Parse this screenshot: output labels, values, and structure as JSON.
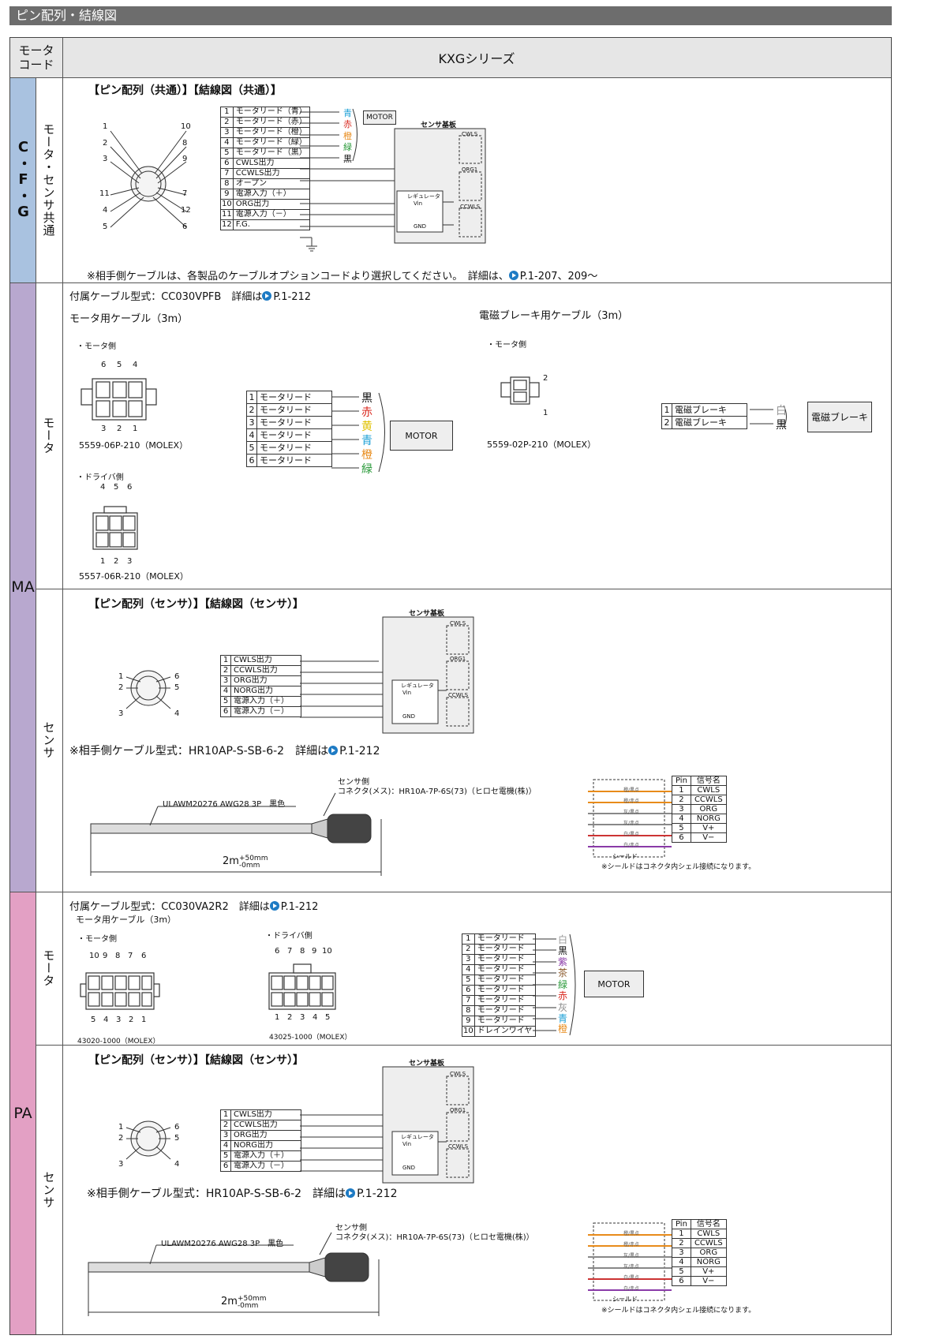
{
  "header": {
    "title": "ピン配列・結線図"
  },
  "table": {
    "code_header": "モータ\nコード",
    "series_header": "KXGシリーズ"
  },
  "groups": [
    {
      "code": "C・F・G",
      "sub": "モータ・センサ共通",
      "color": "#a9c2e0"
    },
    {
      "code": "MA",
      "color": "#b8a8cf"
    },
    {
      "code": "PA",
      "color": "#e3a0c4"
    }
  ],
  "sec1": {
    "title": "【ピン配列（共通）】【結線図（共通）】",
    "pins_left": [
      "1",
      "2",
      "3",
      "11",
      "4",
      "5"
    ],
    "pins_right": [
      "10",
      "8",
      "9",
      "7",
      "12",
      "6"
    ],
    "rows": [
      {
        "n": "1",
        "l": "モータリード（青）"
      },
      {
        "n": "2",
        "l": "モータリード（赤）"
      },
      {
        "n": "3",
        "l": "モータリード（橙）"
      },
      {
        "n": "4",
        "l": "モータリード（緑）"
      },
      {
        "n": "5",
        "l": "モータリード（黒）"
      },
      {
        "n": "6",
        "l": "CWLS出力"
      },
      {
        "n": "7",
        "l": "CCWLS出力"
      },
      {
        "n": "8",
        "l": "オープン"
      },
      {
        "n": "9",
        "l": "電源入力（＋）"
      },
      {
        "n": "10",
        "l": "ORG出力"
      },
      {
        "n": "11",
        "l": "電源入力（－）"
      },
      {
        "n": "12",
        "l": "F.G."
      }
    ],
    "colors": [
      {
        "t": "青",
        "c": "#1a9fd6"
      },
      {
        "t": "赤",
        "c": "#d9261c"
      },
      {
        "t": "橙",
        "c": "#e88b1a"
      },
      {
        "t": "緑",
        "c": "#2a9a3a"
      },
      {
        "t": "黒",
        "c": "#111111"
      }
    ],
    "motor": "MOTOR",
    "sensor_board": "センサ基板",
    "cwls": "CWLS",
    "org1": "ORG1",
    "ccwls": "CCWLS",
    "regulator": "レギュレータ",
    "vin": "Vin",
    "gnd": "GND",
    "note": "※相手側ケーブルは、各製品のケーブルオプションコードより選択してください。　詳細は、",
    "note_ref": "P.1-207、209～"
  },
  "ma_motor": {
    "sub": "モータ",
    "cable": "付属ケーブル型式：CC030VPFB　詳細は",
    "cable_ref": "P.1-212",
    "motor_cable": "モータ用ケーブル（3m）",
    "brake_cable": "電磁ブレーキ用ケーブル（3m）",
    "motor_side": "・モータ側",
    "driver_side": "・ドライバ側",
    "top_pins": [
      "6",
      "5",
      "4"
    ],
    "bot_pins": [
      "3",
      "2",
      "1"
    ],
    "drv_top": [
      "4",
      "5",
      "6"
    ],
    "drv_bot": [
      "1",
      "2",
      "3"
    ],
    "part1": "5559-06P-210（MOLEX）",
    "part2": "5557-06R-210（MOLEX）",
    "part3": "5559-02P-210（MOLEX）",
    "brake_pins": [
      "2",
      "1"
    ],
    "rows": [
      {
        "n": "1",
        "l": "モータリード"
      },
      {
        "n": "2",
        "l": "モータリード"
      },
      {
        "n": "3",
        "l": "モータリード"
      },
      {
        "n": "4",
        "l": "モータリード"
      },
      {
        "n": "5",
        "l": "モータリード"
      },
      {
        "n": "6",
        "l": "モータリード"
      }
    ],
    "colors": [
      {
        "t": "黒",
        "c": "#111111"
      },
      {
        "t": "赤",
        "c": "#d9261c"
      },
      {
        "t": "黄",
        "c": "#e0c100"
      },
      {
        "t": "青",
        "c": "#1a9fd6"
      },
      {
        "t": "橙",
        "c": "#e88b1a"
      },
      {
        "t": "緑",
        "c": "#2a9a3a"
      }
    ],
    "motor": "MOTOR",
    "brake_rows": [
      {
        "n": "1",
        "l": "電磁ブレーキ"
      },
      {
        "n": "2",
        "l": "電磁ブレーキ"
      }
    ],
    "brake_colors": [
      {
        "t": "白",
        "c": "#999999"
      },
      {
        "t": "黒",
        "c": "#111111"
      }
    ],
    "brake": "電磁ブレーキ"
  },
  "sensor": {
    "sub": "センサ",
    "title": "【ピン配列（センサ）】【結線図（センサ）】",
    "pins_left": [
      "1",
      "2",
      "3"
    ],
    "pins_right": [
      "6",
      "5",
      "4"
    ],
    "rows": [
      {
        "n": "1",
        "l": "CWLS出力"
      },
      {
        "n": "2",
        "l": "CCWLS出力"
      },
      {
        "n": "3",
        "l": "ORG出力"
      },
      {
        "n": "4",
        "l": "NORG出力"
      },
      {
        "n": "5",
        "l": "電源入力（＋）"
      },
      {
        "n": "6",
        "l": "電源入力（－）"
      }
    ],
    "note": "※相手側ケーブル型式：HR10AP-S-SB-6-2　詳細は",
    "note_ref": "P.1-212",
    "sensor_side": "センサ側",
    "connector": "コネクタ(メス)：HR10A-7P-6S(73)（ヒロセ電機(株)）",
    "cable_type": "ULAWM20276 AWG28 3P　黒色",
    "length": "2m",
    "tol_plus": "+50mm",
    "tol_minus": "-0mm",
    "sig_header": [
      "Pin",
      "信号名"
    ],
    "sig_rows": [
      [
        "1",
        "CWLS"
      ],
      [
        "2",
        "CCWLS"
      ],
      [
        "3",
        "ORG"
      ],
      [
        "4",
        "NORG"
      ],
      [
        "5",
        "V+"
      ],
      [
        "6",
        "V−"
      ]
    ],
    "wire_labels": [
      "橙/黒点",
      "橙/赤点",
      "灰/黒点",
      "灰/赤点",
      "白/黒点",
      "白/赤点"
    ],
    "shield": "シールド",
    "shield_note": "※シールドはコネクタ内シェル接続になります。"
  },
  "pa_motor": {
    "sub": "モータ",
    "cable": "付属ケーブル型式：CC030VA2R2　詳細は",
    "cable_ref": "P.1-212",
    "motor_cable": "モータ用ケーブル（3m）",
    "motor_side": "・モータ側",
    "driver_side": "・ドライバ側",
    "top_pins": [
      "10",
      "9",
      "8",
      "7",
      "6"
    ],
    "bot_pins": [
      "5",
      "4",
      "3",
      "2",
      "1"
    ],
    "drv_top": [
      "6",
      "7",
      "8",
      "9",
      "10"
    ],
    "drv_bot": [
      "1",
      "2",
      "3",
      "4",
      "5"
    ],
    "part1": "43020-1000（MOLEX）",
    "part2": "43025-1000（MOLEX）",
    "rows": [
      {
        "n": "1",
        "l": "モータリード"
      },
      {
        "n": "2",
        "l": "モータリード"
      },
      {
        "n": "3",
        "l": "モータリード"
      },
      {
        "n": "4",
        "l": "モータリード"
      },
      {
        "n": "5",
        "l": "モータリード"
      },
      {
        "n": "6",
        "l": "モータリード"
      },
      {
        "n": "7",
        "l": "モータリード"
      },
      {
        "n": "8",
        "l": "モータリード"
      },
      {
        "n": "9",
        "l": "モータリード"
      },
      {
        "n": "10",
        "l": "ドレインワイヤ"
      }
    ],
    "colors": [
      {
        "t": "白",
        "c": "#999999"
      },
      {
        "t": "黒",
        "c": "#111111"
      },
      {
        "t": "紫",
        "c": "#8a3aa8"
      },
      {
        "t": "茶",
        "c": "#8b5a2b"
      },
      {
        "t": "緑",
        "c": "#2a9a3a"
      },
      {
        "t": "赤",
        "c": "#d9261c"
      },
      {
        "t": "灰",
        "c": "#888888"
      },
      {
        "t": "青",
        "c": "#1a9fd6"
      },
      {
        "t": "橙",
        "c": "#e88b1a"
      }
    ],
    "motor": "MOTOR"
  }
}
